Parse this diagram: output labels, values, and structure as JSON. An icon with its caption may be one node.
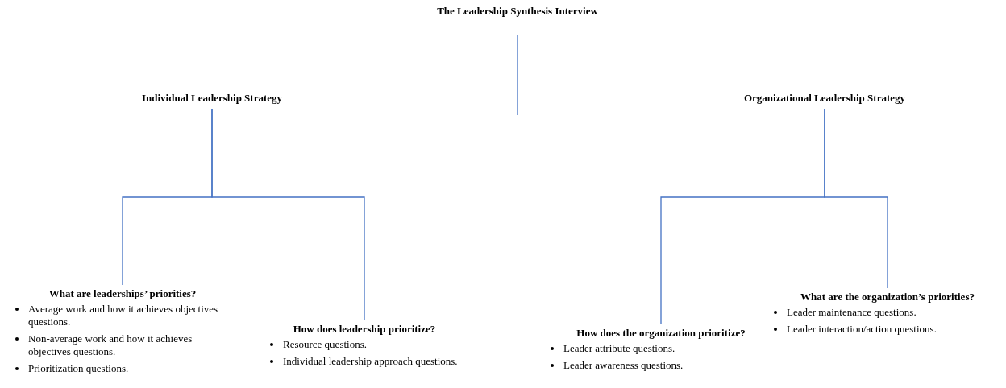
{
  "diagram": {
    "nodes": [
      {
        "text": [
          "The Leadership Synthesis Interview"
        ]
      },
      {
        "text": [
          "Individual Leadership Strategy"
        ]
      },
      {
        "text": [
          "Organizational Leadership Strategy"
        ]
      },
      {
        "text": [
          "What are leaderships’ priorities?",
          "Average work and how it achieves objectives questions.",
          "Non-average work and how it achieves objectives questions.",
          "Prioritization questions."
        ]
      },
      {
        "text": [
          "How does leadership prioritize?",
          "Resource questions.",
          "Individual leadership approach questions."
        ]
      },
      {
        "text": [
          "How does the organization prioritize?",
          "Leader attribute questions.",
          "Leader awareness questions."
        ]
      },
      {
        "text": [
          "What are the organization’s priorities?",
          "Leader maintenance questions.",
          "Leader interaction/action questions."
        ]
      }
    ],
    "edges": [
      {
        "from": 0,
        "to": null,
        "arrow": "none"
      },
      {
        "from": 1,
        "to": 3,
        "arrow": "none"
      },
      {
        "from": 1,
        "to": 4,
        "arrow": "none"
      },
      {
        "from": 2,
        "to": 5,
        "arrow": "none"
      },
      {
        "from": 2,
        "to": 6,
        "arrow": "none"
      }
    ]
  }
}
